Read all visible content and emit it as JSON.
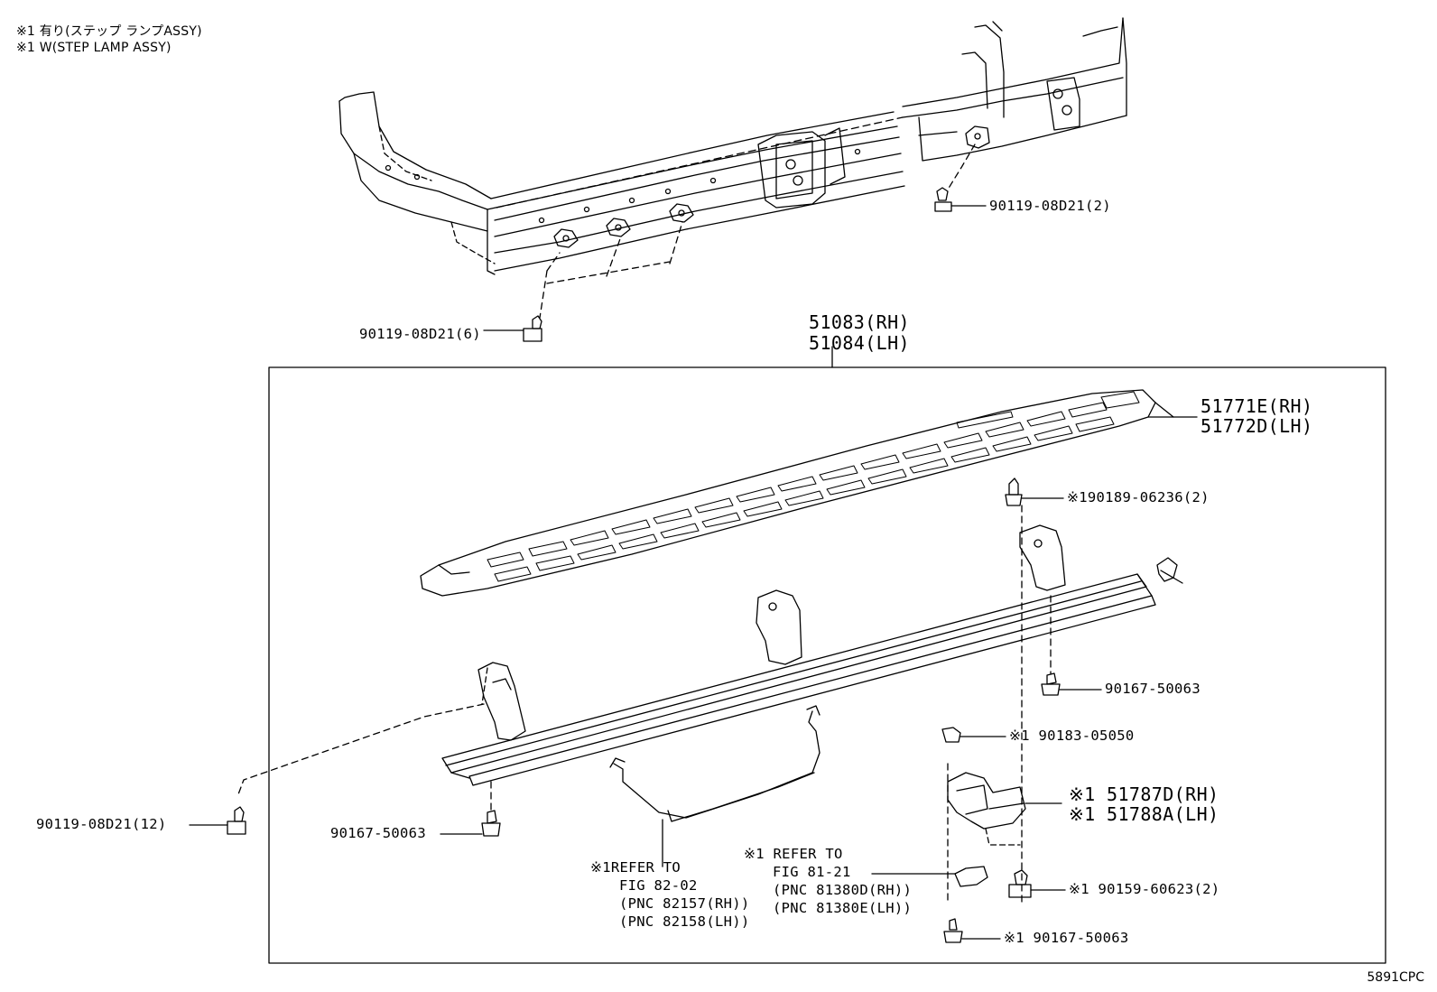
{
  "notes": {
    "line1": "※1 有り(ステップ ランプASSY)",
    "line2": "※1 W(STEP LAMP ASSY)"
  },
  "parts": {
    "bolt_top_right": "90119-08D21(2)",
    "bolt_top_left": "90119-08D21(6)",
    "step_assy_rh": "51083(RH)",
    "step_assy_lh": "51084(LH)",
    "pad_rh": "51771E(RH)",
    "pad_lh": "51772D(LH)",
    "clip": "※190189-06236(2)",
    "screw_right": "90167-50063",
    "nut_1": "※1 90183-05050",
    "bracket_rh": "※1 51787D(RH)",
    "bracket_lh": "※1 51788A(LH)",
    "bolt_bracket": "※1 90159-60623(2)",
    "screw_bottom_right": "※1 90167-50063",
    "bolt_left": "90119-08D21(12)",
    "screw_left": "90167-50063"
  },
  "refs": {
    "ref1": {
      "line1": "※1REFER TO",
      "line2": "FIG 82-02",
      "line3": "(PNC 82157(RH))",
      "line4": "(PNC 82158(LH))"
    },
    "ref2": {
      "line1": "※1 REFER TO",
      "line2": "FIG 81-21",
      "line3": "(PNC 81380D(RH))",
      "line4": "(PNC 81380E(LH))"
    }
  },
  "diagram_code": "5891CPC"
}
